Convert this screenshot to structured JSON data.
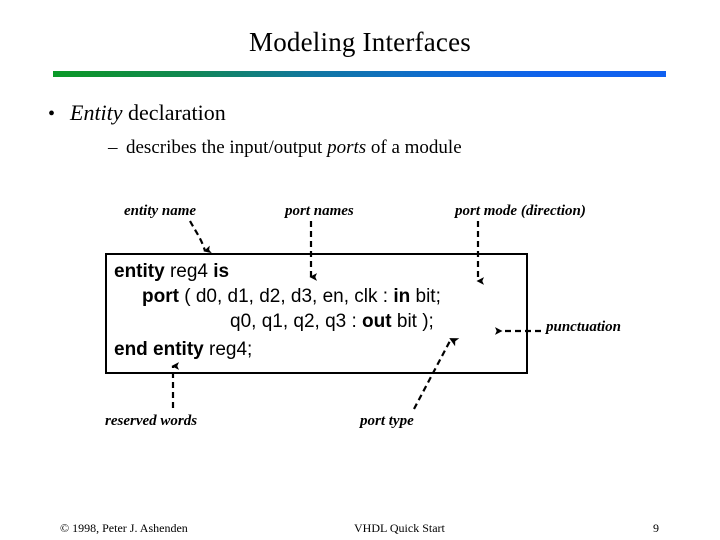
{
  "slide": {
    "title": "Modeling Interfaces",
    "divider": {
      "gradient_start": "#0a9a28",
      "gradient_end": "#1060f0"
    }
  },
  "bullets": {
    "level1": {
      "marker": "•",
      "emphasis": "Entity",
      "rest": " declaration"
    },
    "level2": {
      "marker": "–",
      "before": "describes the input/output ",
      "emphasis": "ports",
      "after": " of a module"
    }
  },
  "callouts": {
    "entity_name": "entity name",
    "port_names": "port names",
    "port_mode": "port mode (direction)",
    "punctuation": "punctuation",
    "reserved_words": "reserved words",
    "port_type": "port type"
  },
  "code": {
    "line1": {
      "kw1": "entity",
      "plain1": " reg4 ",
      "kw2": "is"
    },
    "line2": {
      "kw1": "port",
      "plain1": " ( d0, d1, d2, d3, en, clk : ",
      "kw2": "in",
      "plain2": " bit;"
    },
    "line3": {
      "plain1": "q0, q1, q2, q3 : ",
      "kw1": "out",
      "plain2": " bit );"
    },
    "line4": {
      "kw1": "end entity",
      "plain1": " reg4;"
    }
  },
  "footer": {
    "copyright": "© 1998, Peter J. Ashenden",
    "center": "VHDL Quick Start",
    "page": "9"
  }
}
